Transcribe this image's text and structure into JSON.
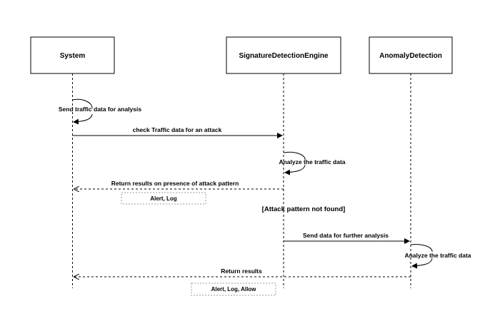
{
  "participants": {
    "system": "System",
    "signature_engine": "SignatureDetectionEngine",
    "anomaly_detection": "AnomalyDetection"
  },
  "messages": {
    "m1": "Send traffic data for analysis",
    "m2": "check Traffic data for an attack",
    "m3": "Analyze the traffic data",
    "m4": "Return results on presence of attack pattern",
    "m5": "Send data for further analysis",
    "m6": "Analyze the traffic data",
    "m7": "Return results"
  },
  "notes": {
    "n1": "Alert, Log",
    "n2": "Alert, Log, Allow"
  },
  "guards": {
    "g1": "[Attack pattern not found]"
  },
  "colors": {
    "line": "#000000",
    "note_border": "#9a9a9a",
    "background": "#ffffff"
  }
}
